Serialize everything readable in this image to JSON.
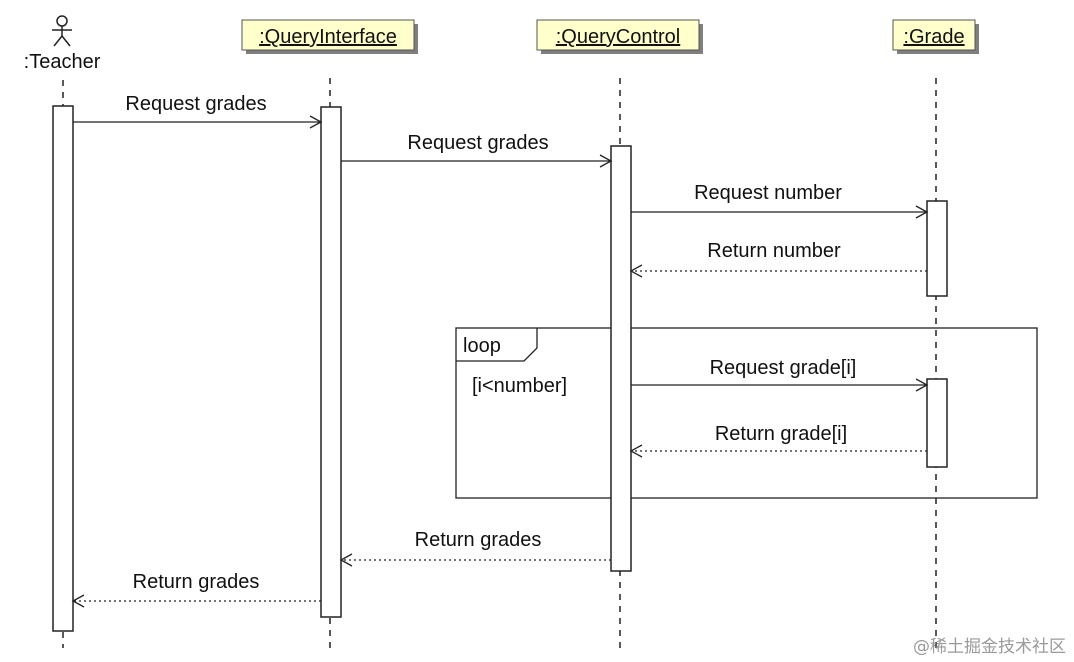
{
  "diagram": {
    "participants": {
      "teacher": {
        "name": ":Teacher",
        "kind": "actor"
      },
      "query_interface": {
        "name": ":QueryInterface",
        "kind": "object"
      },
      "query_control": {
        "name": ":QueryControl",
        "kind": "object"
      },
      "grade": {
        "name": ":Grade",
        "kind": "object"
      }
    },
    "messages": {
      "m1": {
        "label": "Request grades",
        "from": ":Teacher",
        "to": ":QueryInterface",
        "type": "synchronous"
      },
      "m2": {
        "label": "Request grades",
        "from": ":QueryInterface",
        "to": ":QueryControl",
        "type": "synchronous"
      },
      "m3": {
        "label": "Request number",
        "from": ":QueryControl",
        "to": ":Grade",
        "type": "synchronous"
      },
      "m4": {
        "label": "Return number",
        "from": ":Grade",
        "to": ":QueryControl",
        "type": "return"
      },
      "m5": {
        "label": "Request grade[i]",
        "from": ":QueryControl",
        "to": ":Grade",
        "type": "synchronous"
      },
      "m6": {
        "label": "Return grade[i]",
        "from": ":Grade",
        "to": ":QueryControl",
        "type": "return"
      },
      "m7": {
        "label": "Return grades",
        "from": ":QueryControl",
        "to": ":QueryInterface",
        "type": "return"
      },
      "m8": {
        "label": "Return grades",
        "from": ":QueryInterface",
        "to": ":Teacher",
        "type": "return"
      }
    },
    "loop_fragment": {
      "operator": "loop",
      "guard": "[i<number]"
    },
    "colors": {
      "object_box_fill": "#ffffcc",
      "object_box_stroke": "#555555",
      "object_box_shadow": "#7f7f7f",
      "line": "#222222",
      "activation_fill": "#ffffff"
    }
  },
  "watermark": "@稀土掘金技术社区"
}
